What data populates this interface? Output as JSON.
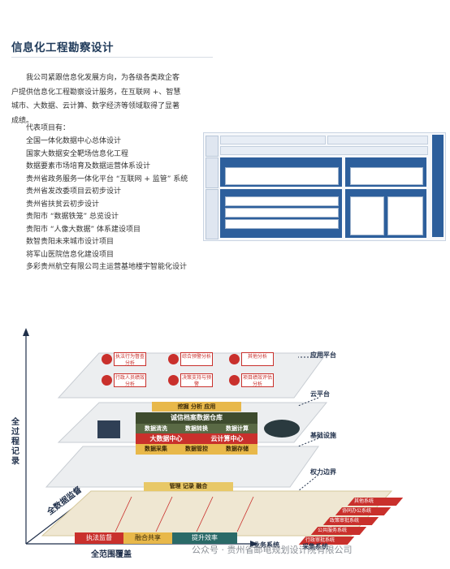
{
  "title": "信息化工程勘察设计",
  "intro": "我公司紧跟信息化发展方向，为各级各类政企客户提供信息化工程勘察设计服务，在互联网 +、智慧城市、大数据、云计算、数字经济等领域取得了显著成绩。",
  "projects_heading": "代表项目有：",
  "projects": [
    "全国一体化数据中心总体设计",
    "国家大数据安全靶场信息化工程",
    "数据要素市场培育及数据运营体系设计",
    "贵州省政务服务一体化平台 “互联网 + 监管” 系统",
    "贵州省发改委项目云初步设计",
    "贵州省扶贫云初步设计",
    "贵阳市 “数据铁笼” 总览设计",
    "贵阳市 “人像大数据” 体系建设项目",
    "数智贵阳未来城市设计项目",
    "将军山医院信息化建设项目",
    "多彩贵州航空有限公司主运营基地楼宇智能化设计"
  ],
  "diagram": {
    "apps": [
      "执法行为督查分析",
      "综合预警分析",
      "其他分析",
      "行政人员绩效分析",
      "决策支持与预警",
      "项目绩效评估分析"
    ],
    "layer_labels": [
      "应用平台",
      "云平台",
      "基础设施",
      "权力边界"
    ],
    "mining_bar": "挖掘  分析  应用",
    "warehouse": "诚信档案数据仓库",
    "warehouse_ops": [
      "数据清洗",
      "数据转换",
      "数据计算"
    ],
    "centers": [
      "大数据中心",
      "云计算中心"
    ],
    "data_ops": [
      "数据采集",
      "数据管控",
      "数据存储"
    ],
    "manage_bar": "管理  记录  融合",
    "business": [
      "其他系统",
      "协同办公系统",
      "政策审批系统",
      "公共服务系统",
      "行政审批系统"
    ],
    "axis_vertical": "全过程记录",
    "axis_diagonal": "全数据监督",
    "axis_horizontal": "全范围覆盖",
    "bottom_left": "业务系统",
    "bottom_right": "采集系统",
    "bottom_items": [
      "执法监督",
      "融合共享",
      "提升效率"
    ]
  },
  "watermark": "公众号 · 贵州省邮电规划设计院有限公司",
  "colors": {
    "title": "#1f3a5a",
    "accent_red": "#c9302c",
    "navy": "#2d5f9c",
    "olive": "#3e4b2e",
    "gold": "#e8b84a"
  }
}
